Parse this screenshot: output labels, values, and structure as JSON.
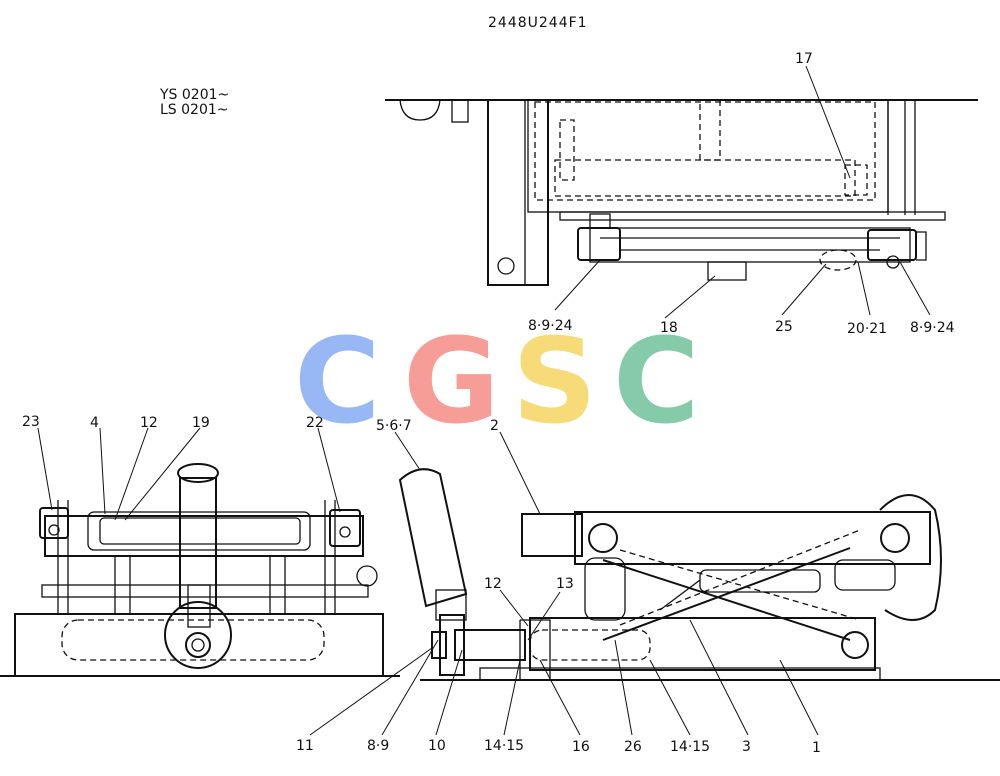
{
  "drawing_number": "2448U244F1",
  "serial_ranges": [
    "YS 0201~",
    "LS 0201~"
  ],
  "watermark": {
    "letters": [
      "C",
      "G",
      "S",
      "C"
    ],
    "colors": [
      "#8fb3f5",
      "#f5958e",
      "#f7d86e",
      "#7cc7a2"
    ]
  },
  "top_view_callouts": {
    "c17": "17",
    "c8924_left": "8·9·24",
    "c18": "18",
    "c25": "25",
    "c2021": "20·21",
    "c8924_right": "8·9·24"
  },
  "bottom_view_callouts": {
    "c23": "23",
    "c4": "4",
    "c12_left": "12",
    "c19": "19",
    "c22": "22",
    "c567": "5·6·7",
    "c2": "2",
    "c12_right": "12",
    "c13": "13",
    "c11": "11",
    "c89": "8·9",
    "c10": "10",
    "c1415_a": "14·15",
    "c16": "16",
    "c26": "26",
    "c1415_b": "14·15",
    "c3": "3",
    "c1": "1"
  }
}
